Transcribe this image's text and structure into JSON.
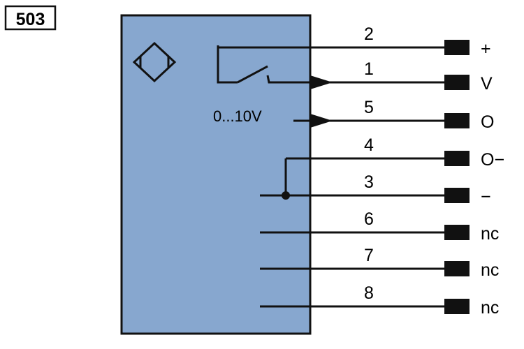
{
  "diagram": {
    "id_label": "503",
    "output_label": "0...10V",
    "pins": [
      {
        "number": "2",
        "signal": "+"
      },
      {
        "number": "1",
        "signal": "V"
      },
      {
        "number": "5",
        "signal": "O"
      },
      {
        "number": "4",
        "signal": "O−"
      },
      {
        "number": "3",
        "signal": "−"
      },
      {
        "number": "6",
        "signal": "nc"
      },
      {
        "number": "7",
        "signal": "nc"
      },
      {
        "number": "8",
        "signal": "nc"
      }
    ],
    "colors": {
      "housing_fill": "#87a7cf",
      "line": "#111111"
    }
  }
}
